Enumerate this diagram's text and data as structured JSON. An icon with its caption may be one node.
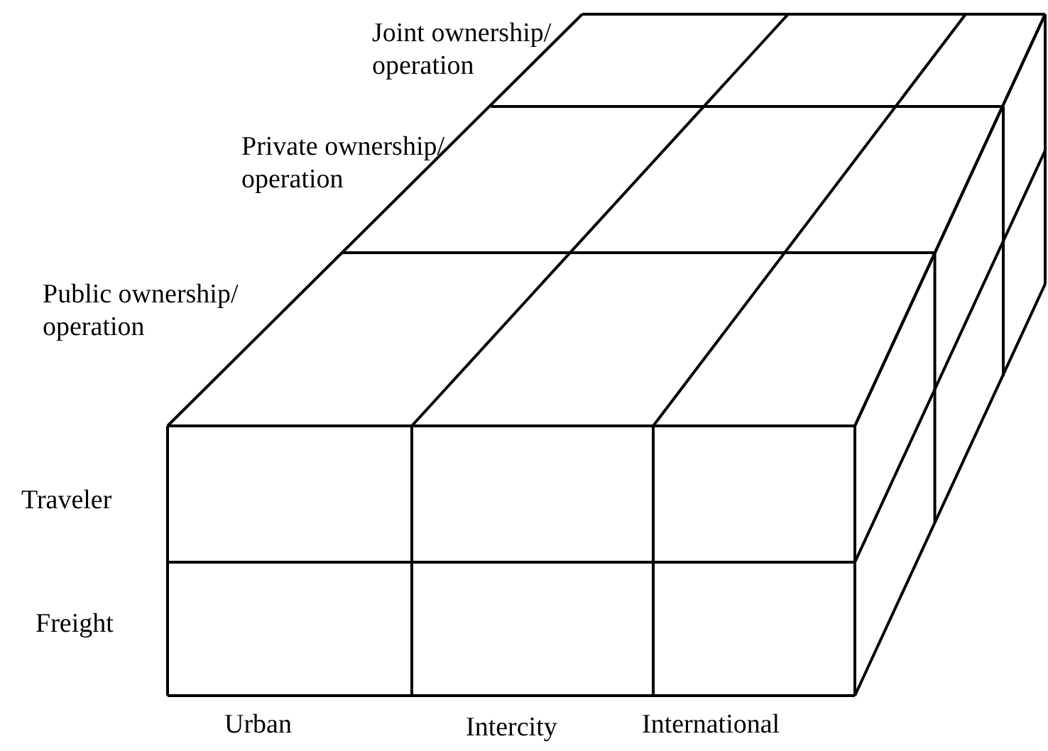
{
  "diagram": {
    "labels": [
      "Joint ownership/ operation",
      "Private ownership/ operation",
      "Public ownership/ operation",
      "Traveler",
      "Freight",
      "Urban",
      "Intercity",
      "International"
    ]
  }
}
